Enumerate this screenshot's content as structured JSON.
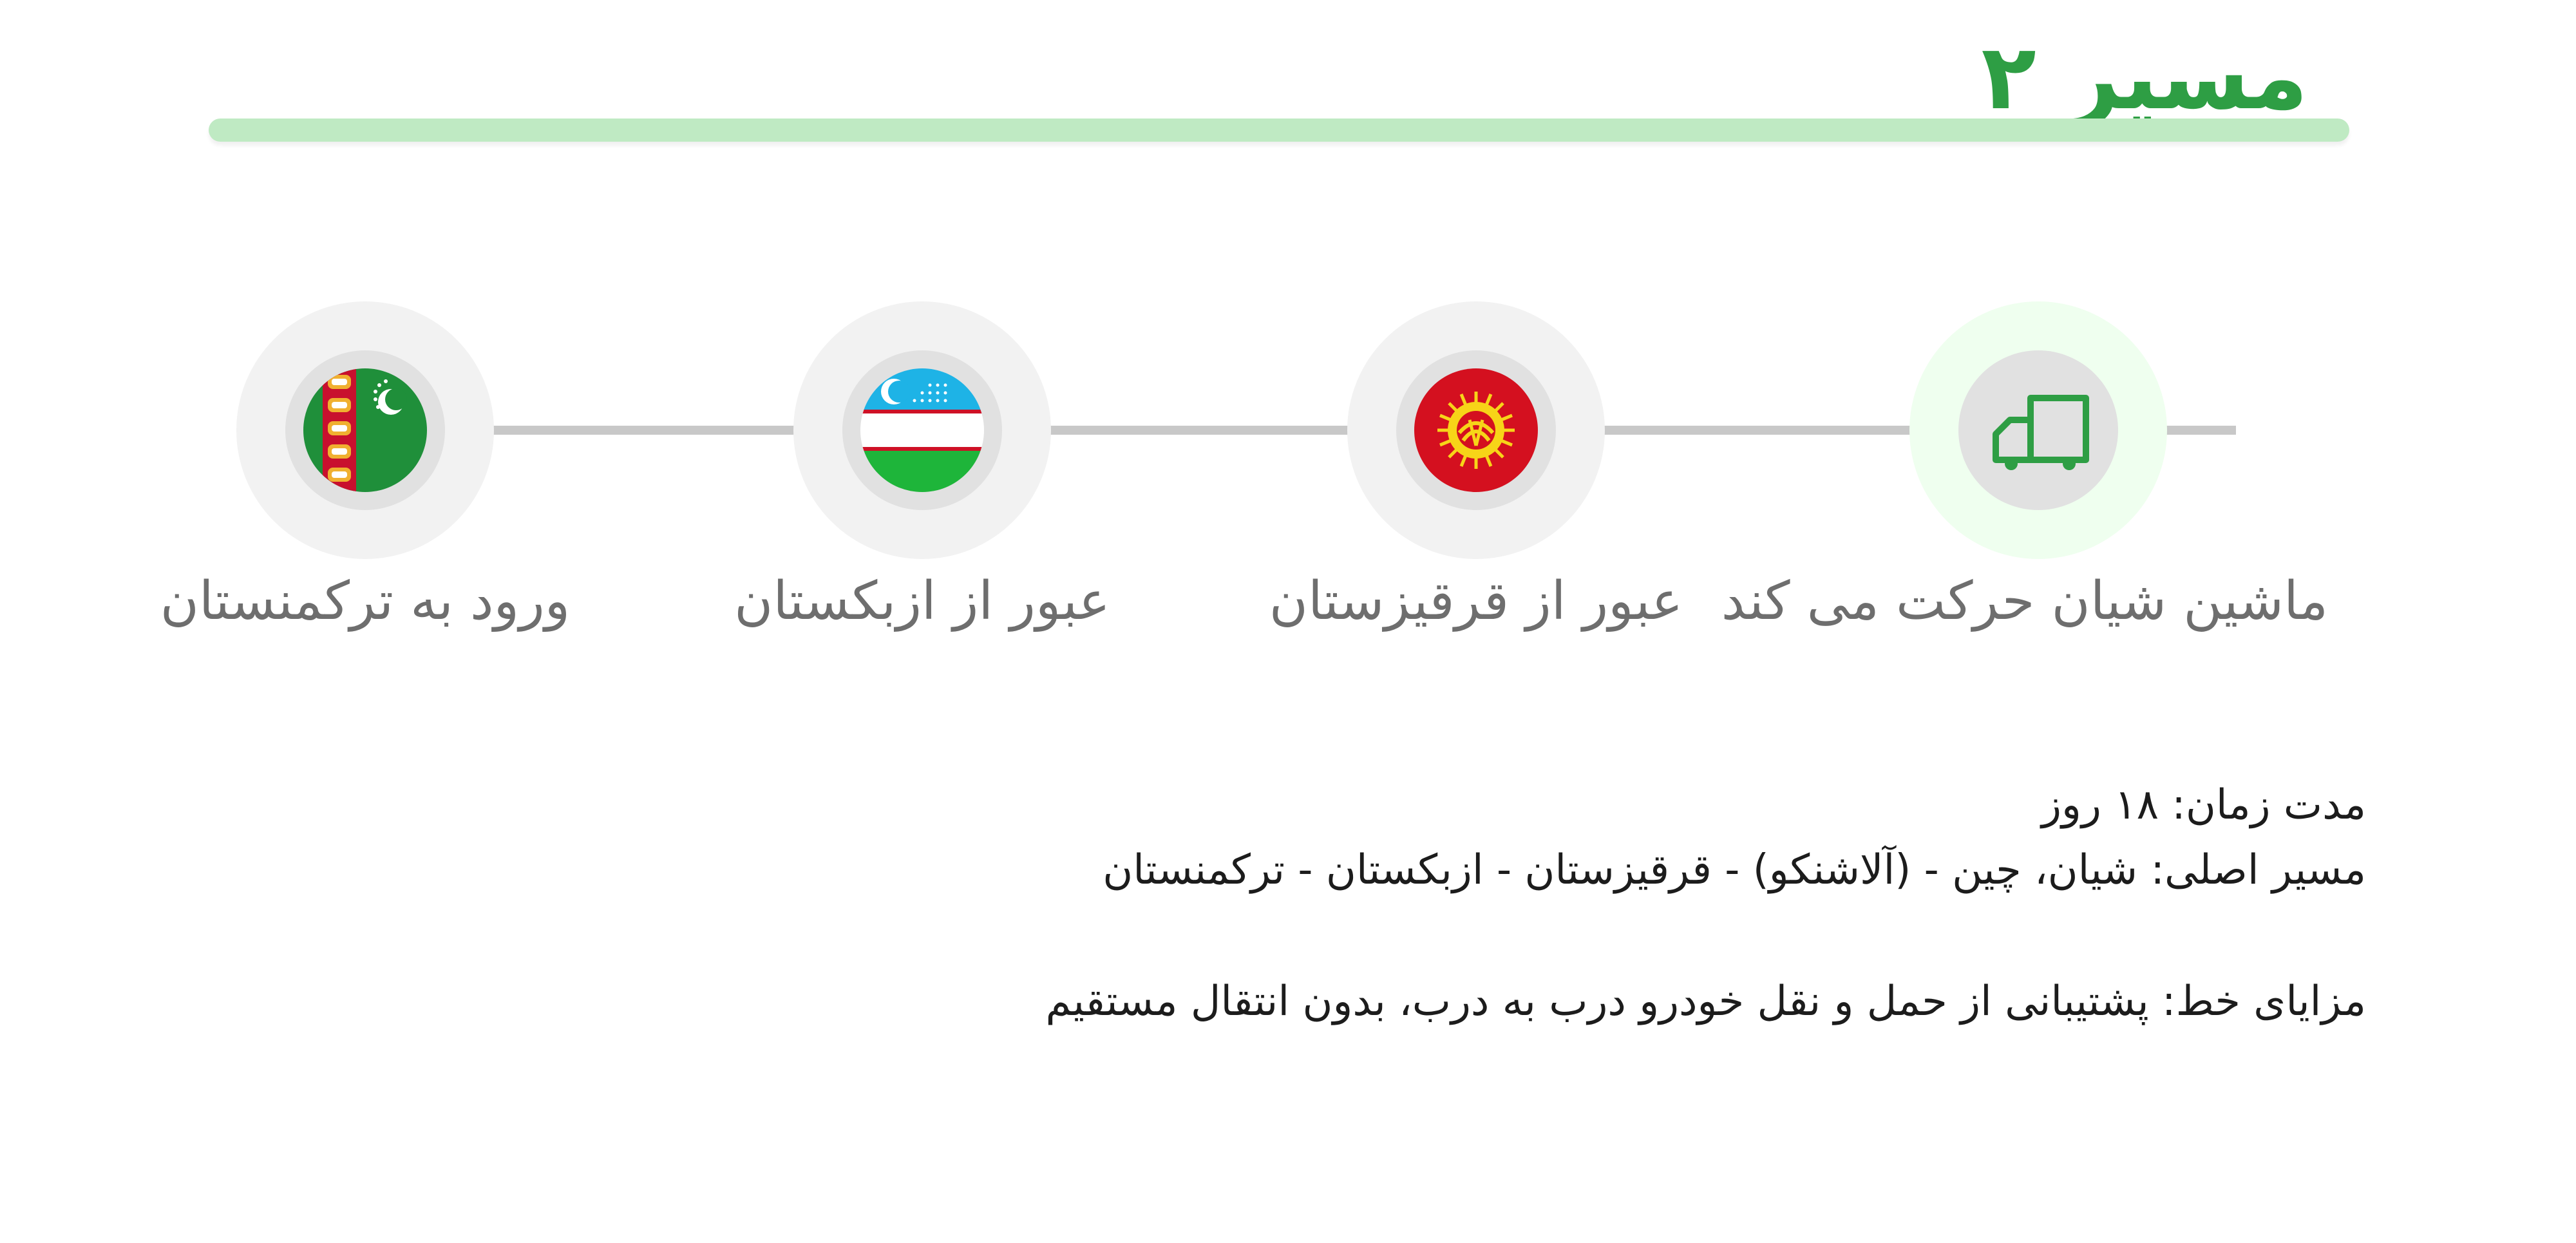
{
  "header": {
    "title": "مسیر ۲"
  },
  "steps": [
    {
      "label": "ماشین شیان حرکت می کند"
    },
    {
      "label": "عبور از قرقیزستان"
    },
    {
      "label": "عبور از ازبکستان"
    },
    {
      "label": "ورود به ترکمنستان"
    }
  ],
  "info": {
    "duration": "مدت زمان: ۱۸ روز",
    "main_route": "مسیر اصلی: شیان، چین - (آلاشنکو) - قرقیزستان - ازبکستان - ترکمنستان",
    "advantages": "مزایای خط: پشتیبانی از حمل و نقل خودرو درب به درب، بدون انتقال مستقیم"
  },
  "colors": {
    "accent": "#2e9e44",
    "title_bar": "#bfeac3",
    "line": "#c8c8c8",
    "label_text": "#6e6e6e",
    "body_text": "#1c1c1c"
  }
}
